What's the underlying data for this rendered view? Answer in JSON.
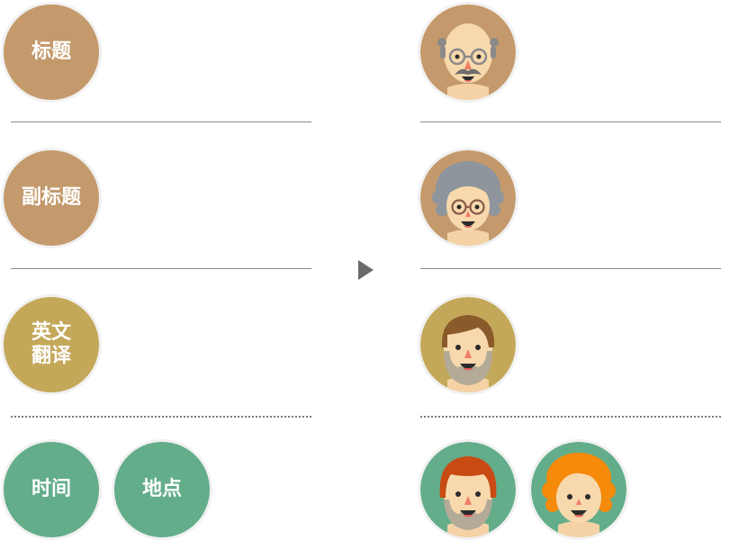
{
  "colors": {
    "tan": "#c49a6c",
    "olive": "#c4a85a",
    "green": "#63ad8a"
  },
  "left": {
    "title": "标题",
    "subtitle": "副标题",
    "english_line1": "英文",
    "english_line2": "翻译",
    "time": "时间",
    "place": "地点"
  },
  "right": {
    "avatars": [
      "bald-old-man-glasses-icon",
      "grey-hair-grandma-glasses-icon",
      "bearded-man-brown-hair-icon",
      "red-hair-bearded-man-icon",
      "orange-curly-hair-woman-icon"
    ]
  },
  "arrow_icon": "play-arrow-icon"
}
